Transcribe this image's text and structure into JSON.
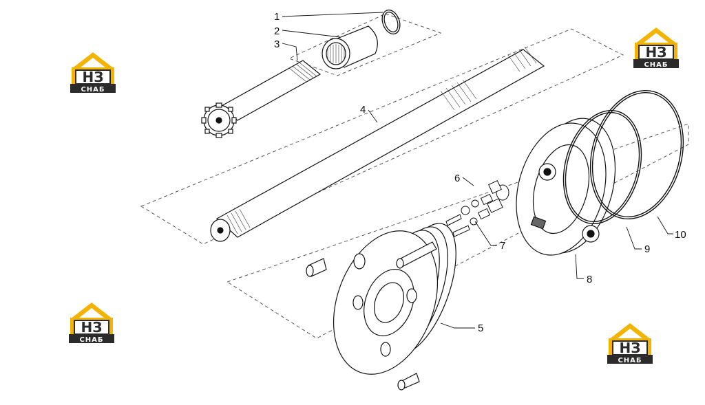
{
  "diagram": {
    "callouts": [
      {
        "id": "1",
        "label": "1"
      },
      {
        "id": "2",
        "label": "2"
      },
      {
        "id": "3",
        "label": "3"
      },
      {
        "id": "4",
        "label": "4"
      },
      {
        "id": "5",
        "label": "5"
      },
      {
        "id": "6",
        "label": "6"
      },
      {
        "id": "7",
        "label": "7"
      },
      {
        "id": "8",
        "label": "8"
      },
      {
        "id": "9",
        "label": "9"
      },
      {
        "id": "10",
        "label": "10"
      }
    ]
  },
  "watermark": {
    "mark": "НЗ",
    "sub": "СНАБ",
    "colors": {
      "gold": "#f2b400",
      "dark": "#2b2b2b",
      "white": "#ffffff"
    }
  }
}
